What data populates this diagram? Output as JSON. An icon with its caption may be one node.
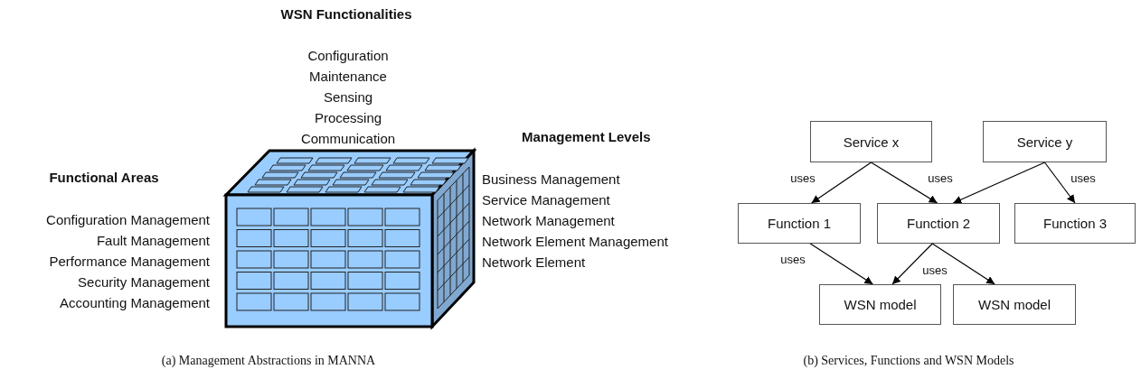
{
  "diagram": {
    "nodes": [
      {
        "text": [
          "Service x"
        ]
      },
      {
        "text": [
          "Service y"
        ]
      },
      {
        "text": [
          "Function 1"
        ]
      },
      {
        "text": [
          "Function 2"
        ]
      },
      {
        "text": [
          "Function 3"
        ]
      },
      {
        "text": [
          "WSN model"
        ]
      },
      {
        "text": [
          "WSN model"
        ]
      }
    ],
    "edges": [
      {
        "from": 0,
        "to": 2,
        "arrow": "to",
        "label": "uses"
      },
      {
        "from": 0,
        "to": 3,
        "arrow": "to",
        "label": "uses"
      },
      {
        "from": 1,
        "to": 3,
        "arrow": "to"
      },
      {
        "from": 1,
        "to": 4,
        "arrow": "to",
        "label": "uses"
      },
      {
        "from": 2,
        "to": 5,
        "arrow": "to",
        "label": "uses"
      },
      {
        "from": 3,
        "to": 5,
        "arrow": "to",
        "label": "uses"
      },
      {
        "from": 3,
        "to": 6,
        "arrow": "to"
      }
    ],
    "labels": [
      "WSN Functionalities",
      "Configuration",
      "Maintenance",
      "Sensing",
      "Processing",
      "Communication",
      "Management Levels",
      "Functional Areas",
      "Business Management",
      "Service Management",
      "Network Management",
      "Network Element Management",
      "Network Element",
      "Configuration Management",
      "Fault Management",
      "Performance Management",
      "Security Management",
      "Accounting Management",
      "(a) Management Abstractions in MANNA",
      "(b) Services, Functions and WSN Models"
    ]
  }
}
